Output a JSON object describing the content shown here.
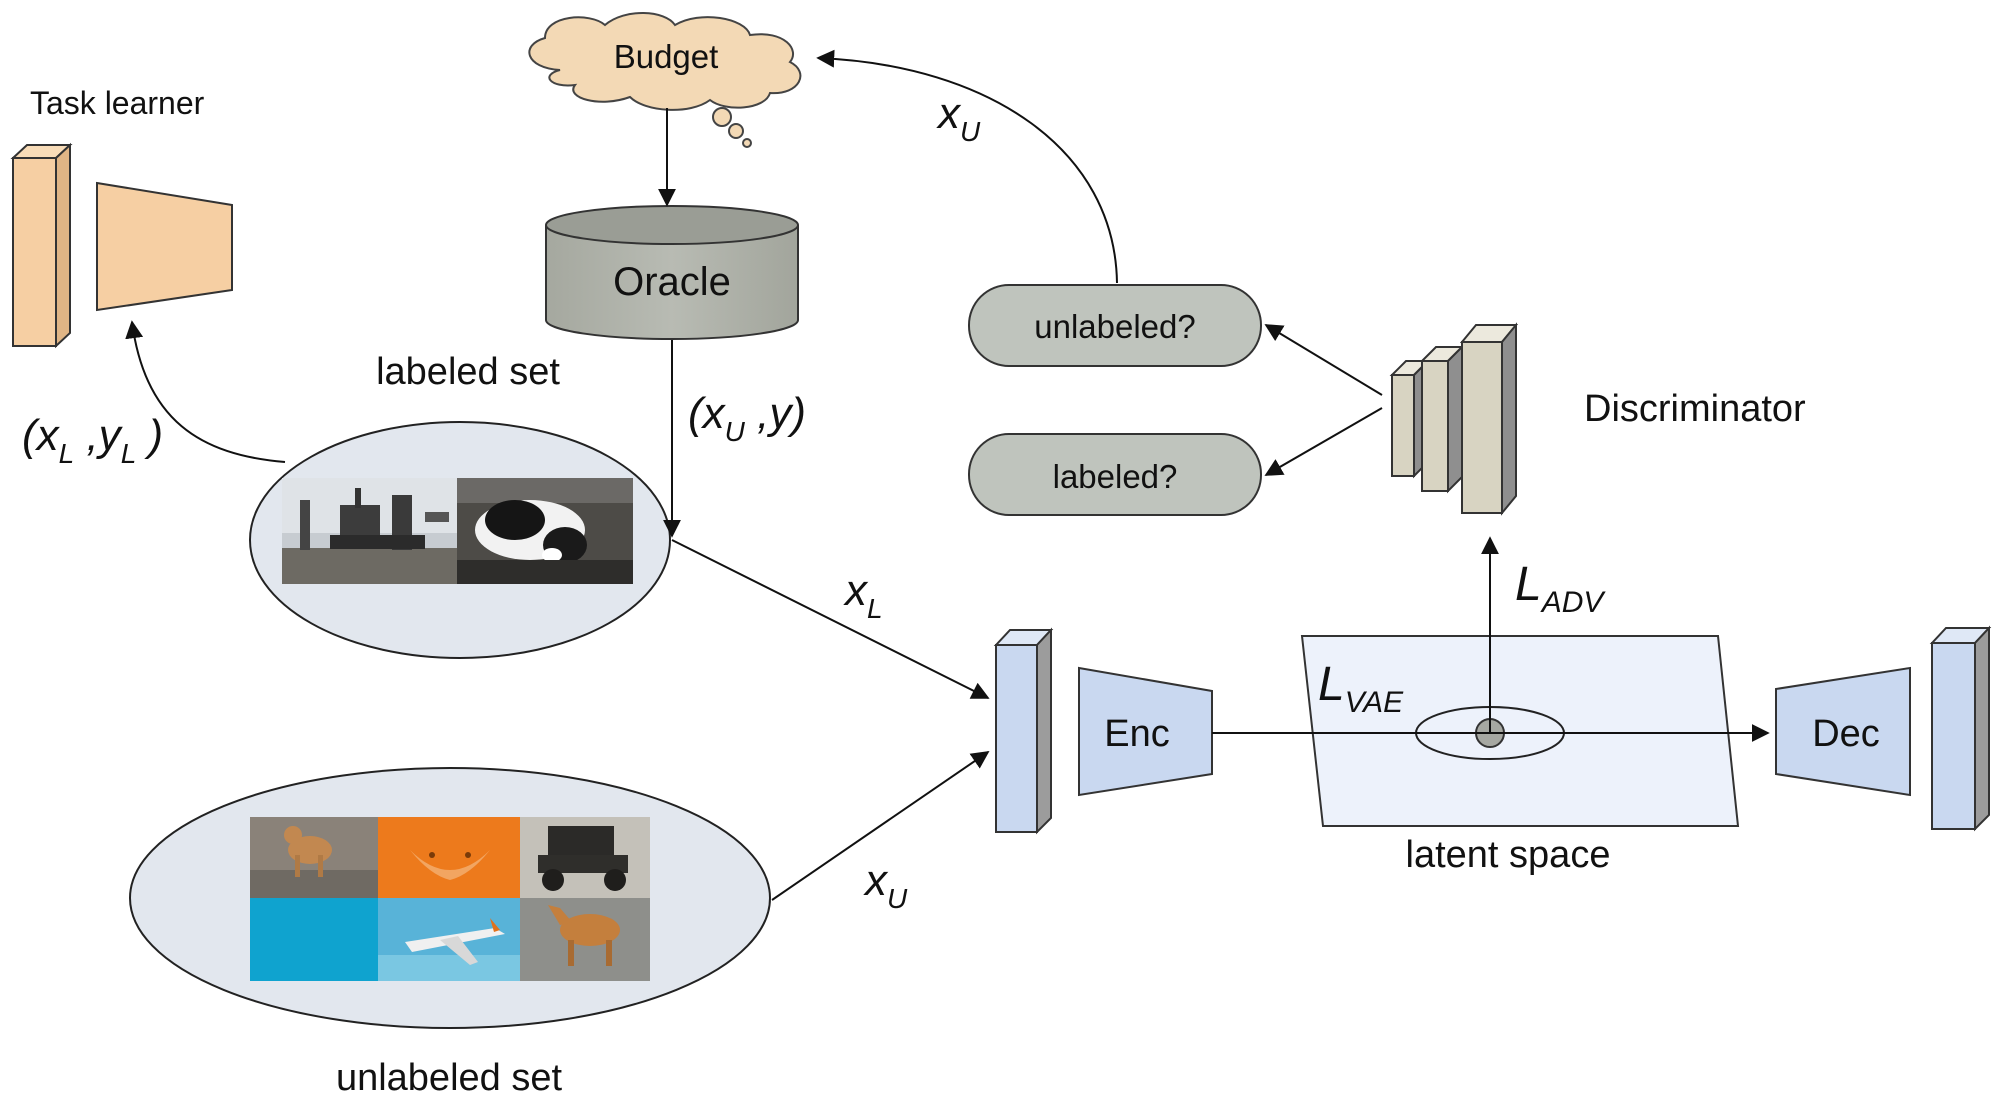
{
  "labels": {
    "task_learner": "Task learner",
    "budget": "Budget",
    "oracle": "Oracle",
    "labeled_set": "labeled set",
    "unlabeled_set": "unlabeled set",
    "discriminator": "Discriminator",
    "unlabeled_q": "unlabeled?",
    "labeled_q": "labeled?",
    "enc": "Enc",
    "dec": "Dec",
    "latent_space": "latent space"
  },
  "math": {
    "xu_top": {
      "base": "x",
      "sub": "U"
    },
    "xu_y": {
      "open": "(x",
      "sub": "U",
      "rest": " ,y)"
    },
    "xl_yl": {
      "open": "(x",
      "sub1": "L",
      "mid": " ,y",
      "sub2": "L",
      "close": " )"
    },
    "xl_enc": {
      "base": "x",
      "sub": "L"
    },
    "xu_enc": {
      "base": "x",
      "sub": "U"
    },
    "l_adv": {
      "base": "L",
      "sub": "ADV"
    },
    "l_vae": {
      "base": "L",
      "sub": "VAE"
    }
  },
  "colors": {
    "task_learner_fill": "#f6cfa3",
    "budget_cloud": "#f3d9b5",
    "oracle_fill": "#b3b6ae",
    "oval_fill": "#bfc4bd",
    "encoder_fill": "#c9d8f0",
    "latent_fill": "#edf2fb",
    "discriminator_fill": "#d8d4c2",
    "set_ellipse_fill": "#e2e7ee"
  },
  "images": {
    "labeled": [
      "oil-rig-photo",
      "cat-photo"
    ],
    "unlabeled": [
      "dog-photo",
      "fox-photo",
      "vintage-car-photo",
      "sky-photo",
      "airplane-photo",
      "horse-photo"
    ]
  }
}
